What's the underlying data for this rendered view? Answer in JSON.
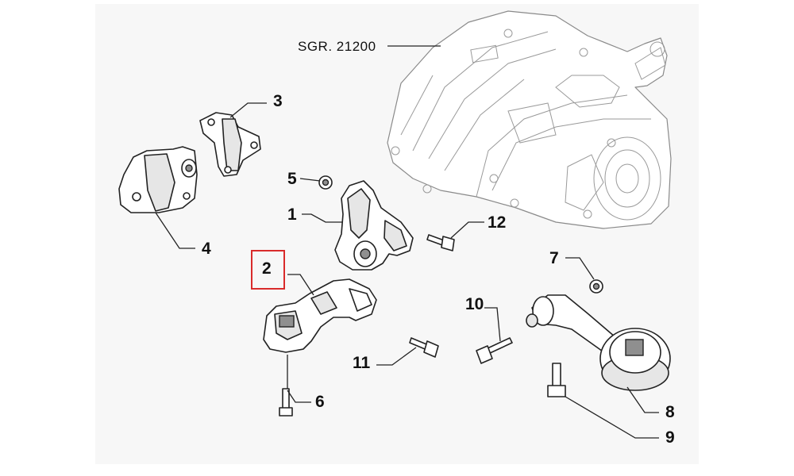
{
  "diagram": {
    "reference_label": "SGR. 21200",
    "highlight_color": "#d92b2b",
    "parts": [
      {
        "num": "1",
        "name": "engine-mount-bracket"
      },
      {
        "num": "2",
        "name": "lower-torque-rod-mount"
      },
      {
        "num": "3",
        "name": "mount-plate"
      },
      {
        "num": "4",
        "name": "side-mount-bracket"
      },
      {
        "num": "5",
        "name": "nut"
      },
      {
        "num": "6",
        "name": "bolt"
      },
      {
        "num": "7",
        "name": "nut"
      },
      {
        "num": "8",
        "name": "torque-rod-bushing"
      },
      {
        "num": "9",
        "name": "bolt"
      },
      {
        "num": "10",
        "name": "bolt"
      },
      {
        "num": "11",
        "name": "bolt"
      },
      {
        "num": "12",
        "name": "bolt"
      }
    ],
    "highlighted_part": "2"
  }
}
